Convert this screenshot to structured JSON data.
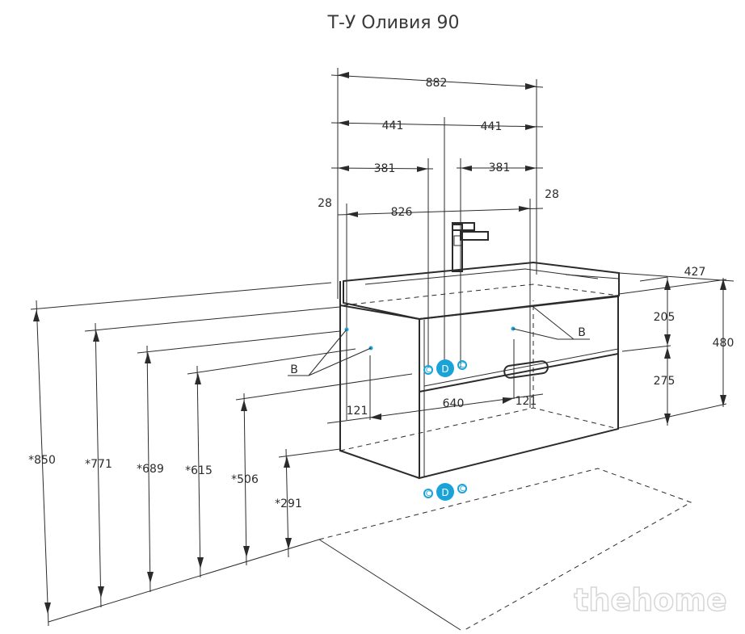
{
  "title": "Т-У Оливия 90",
  "dimensions": {
    "total_width": "882",
    "half_left": "441",
    "half_right": "441",
    "offset_left": "381",
    "offset_right": "381",
    "inner_width": "826",
    "side_left": "28",
    "side_right": "28",
    "depth": "427",
    "top_height": "205",
    "lower_height": "275",
    "total_height": "480",
    "bottom_width": "640",
    "bottom_left": "121",
    "bottom_right": "121",
    "h850": "*850",
    "h771": "*771",
    "h689": "*689",
    "h615": "*615",
    "h506": "*506",
    "h291": "*291"
  },
  "labels": {
    "b_left": "B",
    "b_right": "B",
    "connector_d": "D",
    "connector_c": "C"
  },
  "watermark": "thehome"
}
